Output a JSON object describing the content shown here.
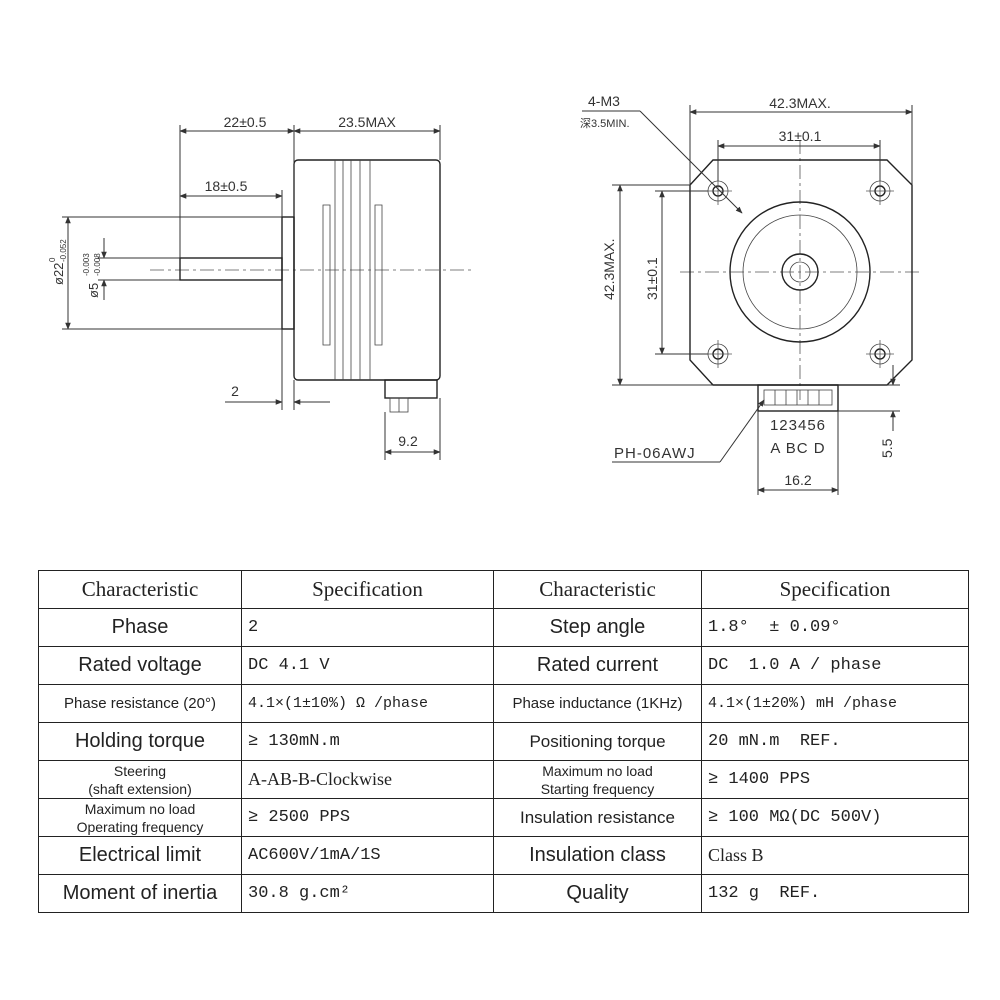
{
  "drawing": {
    "side_view": {
      "dim_shaft_length": "22±0.5",
      "dim_body_length": "23.5MAX",
      "dim_flat_length": "18±0.5",
      "dim_boss_diameter": "ø22",
      "dim_boss_tolerance_upper": "0",
      "dim_boss_tolerance_lower": "-0.052",
      "dim_shaft_diameter": "ø5",
      "dim_shaft_tolerance_upper": "-0.003",
      "dim_shaft_tolerance_lower": "-0.008",
      "dim_boss_height": "2",
      "dim_connector_depth": "9.2"
    },
    "front_view": {
      "hole_spec": "4-M3",
      "hole_depth": "深3.5MIN.",
      "dim_width": "42.3MAX.",
      "dim_hole_spacing_h": "31±0.1",
      "dim_height": "42.3MAX.",
      "dim_hole_spacing_v": "31±0.1",
      "connector_pins": "123456",
      "connector_phases": "A BC D",
      "connector_model": "PH-06AWJ",
      "dim_connector_width": "16.2",
      "dim_connector_height": "5.5"
    }
  },
  "table": {
    "headers": [
      "Characteristic",
      "Specification",
      "Characteristic",
      "Specification"
    ],
    "rows": [
      {
        "c1": "Phase",
        "s1": "2",
        "c2": "Step angle",
        "s2": "1.8°  ± 0.09°"
      },
      {
        "c1": "Rated voltage",
        "s1": "DC 4.1 V",
        "c2": "Rated current",
        "s2": "DC  1.0 A / phase"
      },
      {
        "c1": "Phase resistance (20°)",
        "s1": "4.1×(1±10%) Ω /phase",
        "c2": "Phase inductance (1KHz)",
        "s2": "4.1×(1±20%) mH /phase"
      },
      {
        "c1": "Holding torque",
        "s1": "≥ 130mN.m",
        "c2": "Positioning torque",
        "s2": "20 mN.m  REF."
      },
      {
        "c1_line1": "Steering",
        "c1_line2": "(shaft extension)",
        "s1": "A-AB-B-Clockwise",
        "c2_line1": "Maximum no load",
        "c2_line2": "Starting frequency",
        "s2": "≥ 1400 PPS"
      },
      {
        "c1_line1": "Maximum no load",
        "c1_line2": "Operating frequency",
        "s1": "≥ 2500 PPS",
        "c2": "Insulation resistance",
        "s2": "≥ 100 MΩ(DC 500V)"
      },
      {
        "c1": "Electrical limit",
        "s1": "AC600V/1mA/1S",
        "c2": "Insulation class",
        "s2": "Class B"
      },
      {
        "c1": "Moment of inertia",
        "s1": "30.8 g.cm²",
        "c2": "Quality",
        "s2": "132 g  REF."
      }
    ]
  }
}
